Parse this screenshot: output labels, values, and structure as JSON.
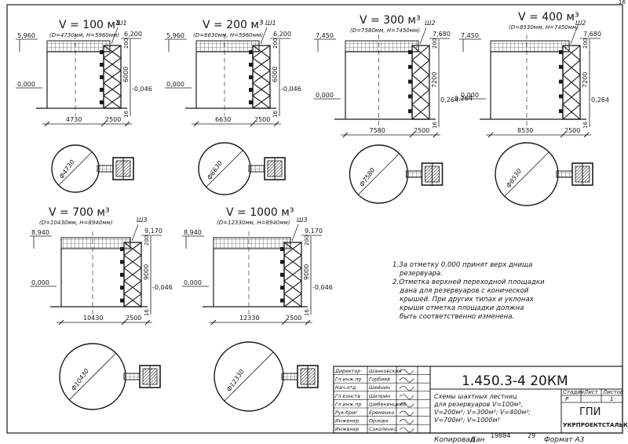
{
  "schemes": [
    {
      "volume": "V = 100 м³",
      "dims": "(D=4730мм, H=5960мм)",
      "top_mark": "5,960",
      "ladder": "Ш1",
      "right_mark": "6,200",
      "zero_mark": "0,000",
      "neg_mark": "-0,046",
      "width": "4730",
      "platform": "2500",
      "height": "6000",
      "diameter": "Ф4730",
      "dim_top": "200",
      "dim_bot": "16"
    },
    {
      "volume": "V = 200 м³",
      "dims": "(D=6630мм, H=5960мм)",
      "top_mark": "5,960",
      "ladder": "Ш1",
      "right_mark": "6,200",
      "zero_mark": "0,000",
      "neg_mark": "-0,046",
      "width": "6630",
      "platform": "2500",
      "height": "6000",
      "diameter": "Ф6630",
      "dim_top": "200",
      "dim_bot": "16"
    },
    {
      "volume": "V = 300 м³",
      "dims": "(D=7580мм, H=7450мм)",
      "top_mark": "7,450",
      "ladder": "Ш2",
      "right_mark": "7,680",
      "zero_mark": "0,000",
      "neg_mark": "0,264",
      "width": "7580",
      "platform": "2500",
      "height": "7200",
      "diameter": "Ф7580",
      "dim_top": "200",
      "dim_bot": "16"
    },
    {
      "volume": "V = 400 м³",
      "dims": "(D=8530мм, H=7450мм)",
      "top_mark": "7,450",
      "ladder": "Ш2",
      "right_mark": "7,680",
      "zero_mark": "0,000",
      "neg_mark": "0,264",
      "left_extra": "0,264",
      "width": "8530",
      "platform": "2500",
      "height": "7200",
      "diameter": "Ф8530",
      "dim_top": "200",
      "dim_bot": "16"
    },
    {
      "volume": "V = 700 м³",
      "dims": "(D=10430мм, H=8940мм)",
      "top_mark": "8,940",
      "ladder": "Ш3",
      "right_mark": "9,170",
      "zero_mark": "0,000",
      "neg_mark": "-0,046",
      "width": "10430",
      "platform": "2500",
      "height": "9000",
      "diameter": "Ф10430",
      "dim_top": "200",
      "dim_bot": "16"
    },
    {
      "volume": "V = 1000 м³",
      "dims": "(D=12330мм, H=8940мм)",
      "top_mark": "8,940",
      "ladder": "Ш3",
      "right_mark": "9,170",
      "zero_mark": "0,000",
      "neg_mark": "-0,046",
      "width": "12330",
      "platform": "2500",
      "height": "9000",
      "diameter": "Ф12330",
      "dim_top": "200",
      "dim_bot": "16"
    }
  ],
  "notes": [
    "1.За отметку  0,000 принят верх днища",
    "резервуара.",
    "2.Отметка верхней переходной площадки",
    "дана для резервуаров с конической",
    "крышей. При других типах и уклонах",
    "крыши отметка площадки должна",
    "быть соответственно изменена."
  ],
  "title_block": {
    "code": "1.450.3-4  20КМ",
    "staff": [
      {
        "role": "Директор",
        "name": "Шанковский"
      },
      {
        "role": "Гл.инж.пр",
        "name": "Горбиев"
      },
      {
        "role": "Нач.отд",
        "name": "Шейнин"
      },
      {
        "role": "Гл.конств",
        "name": "Шилрин"
      },
      {
        "role": "Гл.инж.пр",
        "name": "Шебенинцкий"
      },
      {
        "role": "Рук.бриг",
        "name": "Еременко"
      },
      {
        "role": "Инженер",
        "name": "Орлова"
      },
      {
        "role": "Инженер",
        "name": "Соколенко"
      }
    ],
    "description": [
      "Схемы шахтных лестниц",
      "для резервуаров V=100м³,",
      "V=200м³; V=300м³; V=400м³;",
      "V=700м³; V=1000м³"
    ],
    "stage_label": "Стадия",
    "sheet_label": "Лист",
    "sheets_label": "Листов",
    "stage_value": "Р",
    "sheets_value": "1",
    "org_abbr": "ГПИ",
    "org_name": "УКРПРОЕКТСТАЛЬКОНСТРУКЦИЯ"
  },
  "footer": {
    "copied": "Копировал",
    "copied_sign": "Дан",
    "number": "19884",
    "sheet_no": "29",
    "format": "Формат А3"
  },
  "corner_mark": "16"
}
